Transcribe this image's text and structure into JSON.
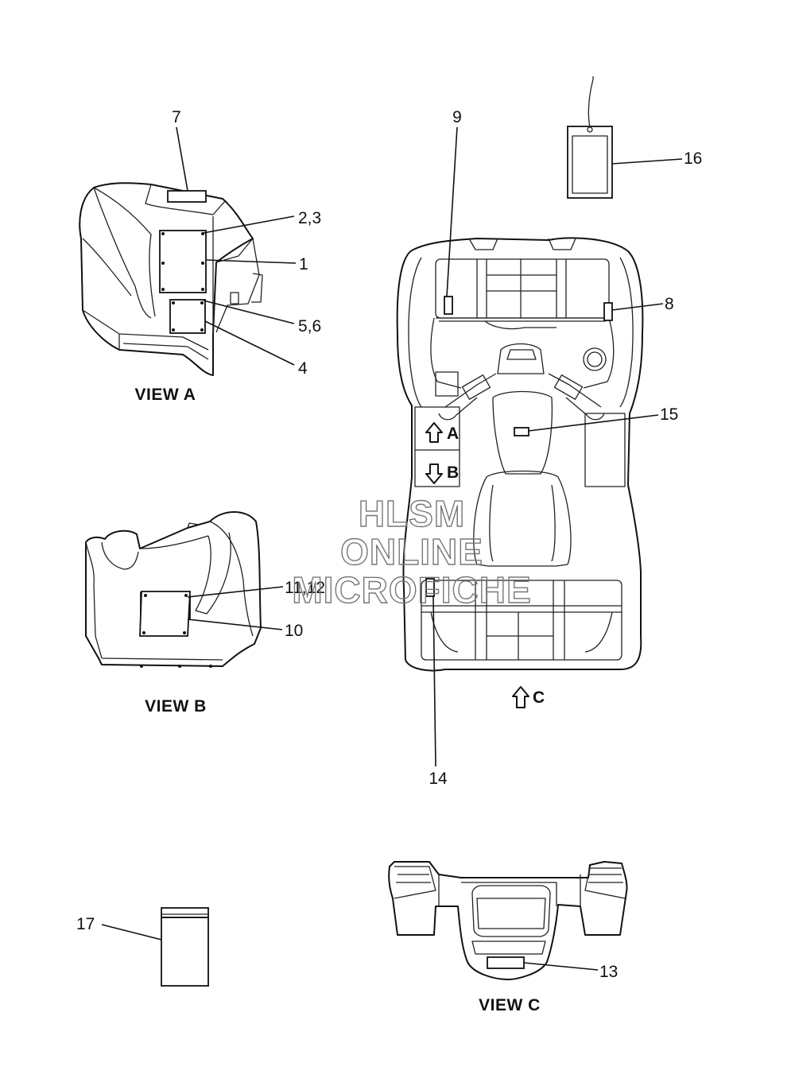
{
  "views": {
    "a": "VIEW A",
    "b": "VIEW B",
    "c": "VIEW C"
  },
  "callouts": {
    "c1": "1",
    "c23": "2,3",
    "c4": "4",
    "c56": "5,6",
    "c7": "7",
    "c8": "8",
    "c9": "9",
    "c10": "10",
    "c1112": "11,12",
    "c13": "13",
    "c14": "14",
    "c15": "15",
    "c16": "16",
    "c17": "17"
  },
  "arrows": {
    "a": "A",
    "b": "B",
    "c": "C"
  },
  "watermark": {
    "line1": "HLSM",
    "line2": "ONLINE",
    "line3": "MICROFICHE"
  }
}
